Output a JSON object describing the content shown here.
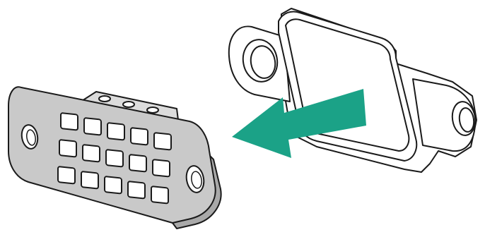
{
  "figure": {
    "kind": "hardware-installation-illustration",
    "parts": [
      "vga-port-cover",
      "connector-blank"
    ],
    "action": "remove-cover",
    "arrow_direction": "left",
    "colors": {
      "outline": "#1a1a1a",
      "blank_fill": "#ffffff",
      "cover_fill": "#c9c9c9",
      "cover_tab_fill": "#dcdcdc",
      "arrow": "#1ba287"
    },
    "cover_grid": {
      "rows": 3,
      "columns": 5
    }
  }
}
